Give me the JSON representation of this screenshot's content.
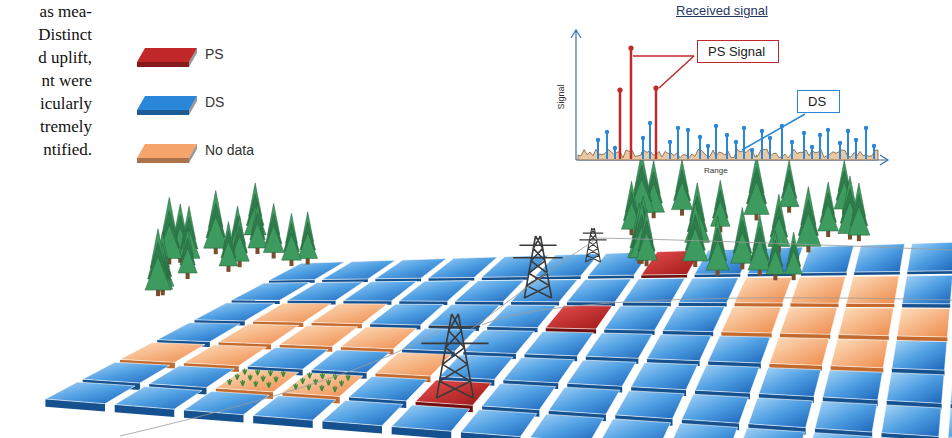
{
  "diagram": {
    "nodes": [
      {
        "text": [
          "PS Signal"
        ]
      },
      {
        "text": [
          "DS"
        ]
      }
    ],
    "labels": [
      "as mea-",
      "Distinct",
      "d uplift,",
      "nt were",
      "icularly",
      "tremely",
      "ntified.",
      "Received signal",
      "Signal",
      "Range"
    ],
    "legend": [
      {
        "text": "PS",
        "color": "#c0282a"
      },
      {
        "text": "DS",
        "color": "#2a86d8"
      },
      {
        "text": "No data",
        "color": "#f5a56c"
      }
    ]
  }
}
